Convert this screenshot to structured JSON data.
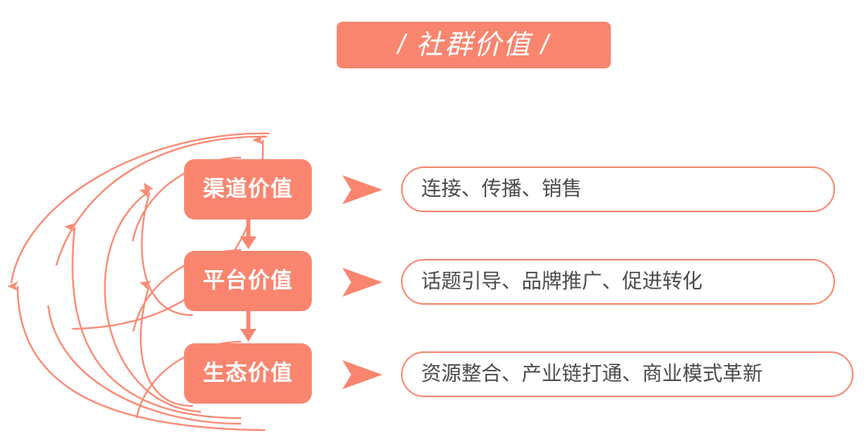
{
  "title": {
    "text": "/ 社群价值 /",
    "background_color": "#F9856F",
    "text_color": "#FFFFFF"
  },
  "theme": {
    "accent_color": "#F9856F",
    "outline_color": "#F98C77",
    "arc_color": "#F98C77",
    "body_text_color": "#4B4B4B",
    "background_color": "#FFFFFF"
  },
  "diagram": {
    "stages": [
      {
        "label": "渠道价值",
        "detail": "连接、传播、销售",
        "marker": "triangle-right-icon"
      },
      {
        "label": "平台价值",
        "detail": "话题引导、品牌推广、促进转化",
        "marker": "triangle-right-icon"
      },
      {
        "label": "生态价值",
        "detail": "资源整合、产业链打通、商业模式革新",
        "marker": "triangle-right-icon"
      }
    ],
    "flow_connectors": [
      {
        "name": "arrow-down-stage1-to-stage2",
        "direction": "down"
      },
      {
        "name": "arrow-down-stage2-to-stage3",
        "direction": "down"
      }
    ],
    "feedback_arcs": [
      {
        "name": "feedback-arc-stage2-to-stage1",
        "direction": "up"
      },
      {
        "name": "feedback-arc-stage3-to-stage2",
        "direction": "up"
      },
      {
        "name": "feedback-arc-stage3-to-stage1",
        "direction": "up"
      },
      {
        "name": "feedback-arc-outer-loop-a",
        "direction": "up"
      },
      {
        "name": "feedback-arc-outer-loop-b",
        "direction": "up"
      },
      {
        "name": "feedback-arc-outer-loop-c",
        "direction": "up"
      }
    ]
  }
}
